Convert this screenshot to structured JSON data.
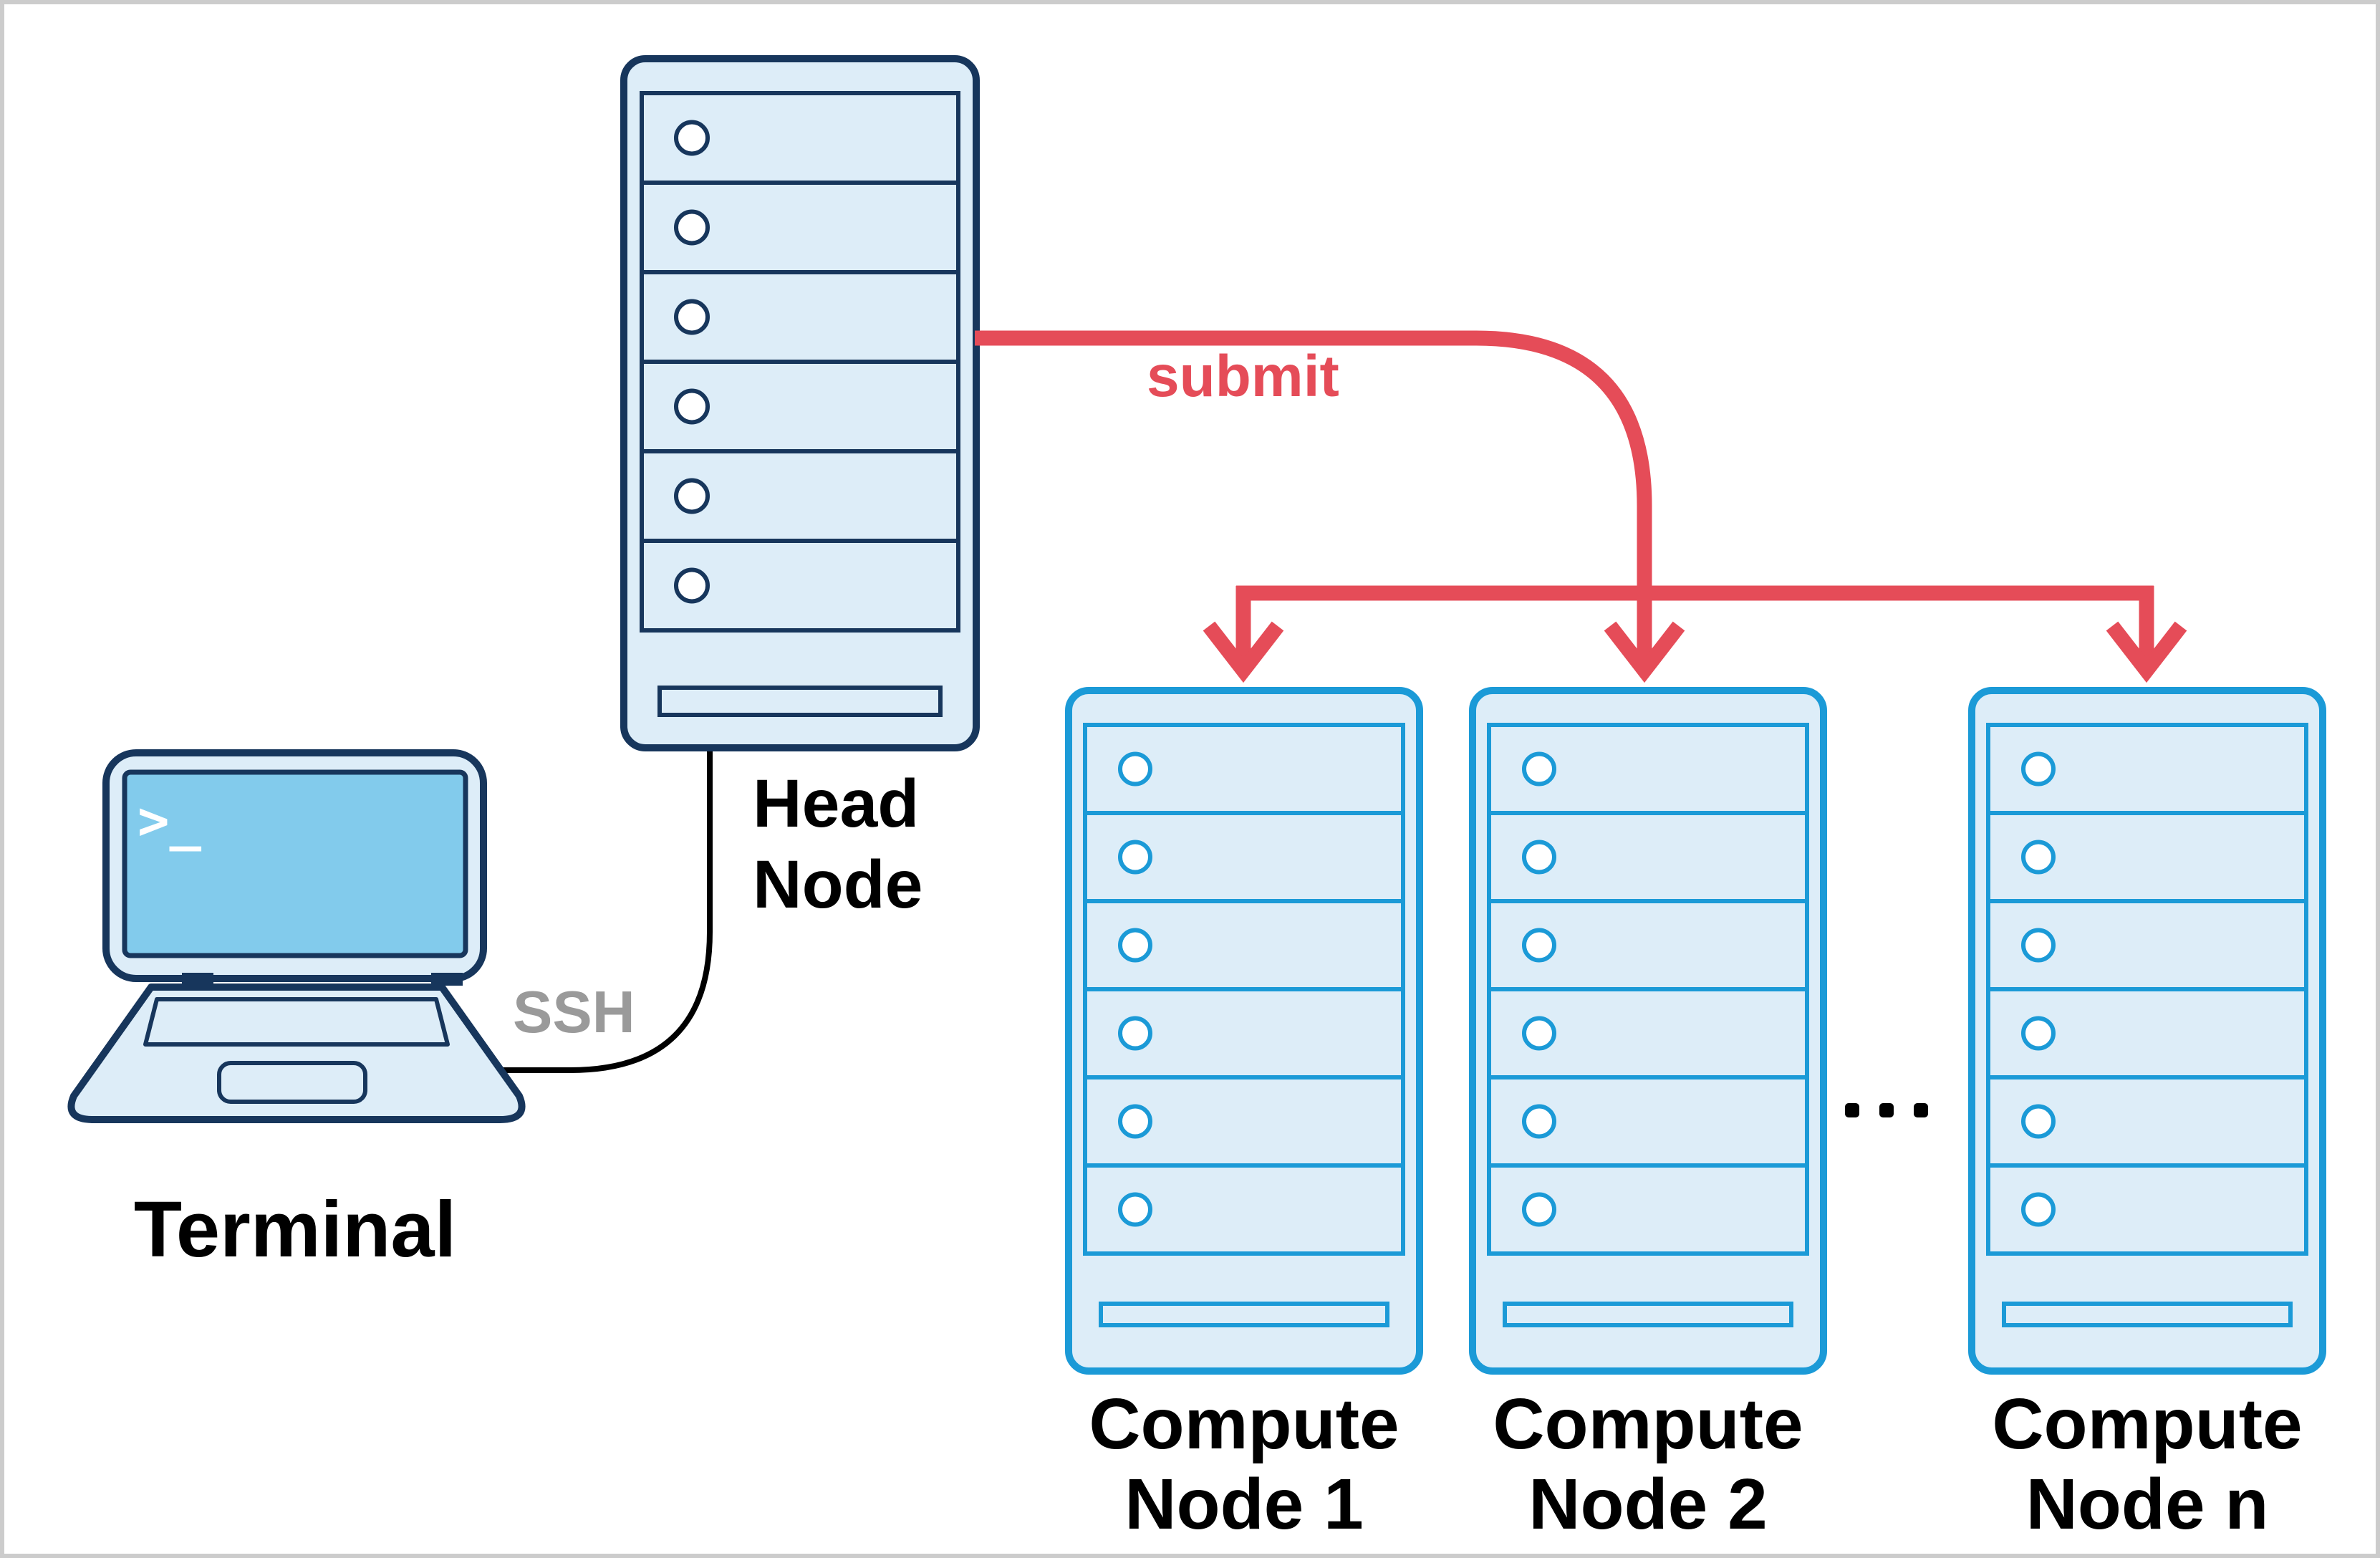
{
  "diagram": {
    "terminal": {
      "label": "Terminal",
      "prompt": ">_",
      "connection_label": "SSH"
    },
    "head_node": {
      "label_lines": [
        "Head",
        "Node"
      ],
      "bays": 6
    },
    "submit_label": "submit",
    "compute_nodes": [
      {
        "label_lines": [
          "Compute",
          "Node 1"
        ],
        "bays": 6
      },
      {
        "label_lines": [
          "Compute",
          "Node 2"
        ],
        "bays": 6
      },
      {
        "label_lines": [
          "Compute",
          "Node n"
        ],
        "bays": 6
      }
    ],
    "ellipsis": "...",
    "colors": {
      "navy": "#17365c",
      "panel_fill": "#ddedf8",
      "screen_blue": "#82cbec",
      "compute_blue": "#1b9ad7",
      "accent_red": "#e54c58",
      "ssh_gray": "#9a9a9a",
      "label_black": "#000000",
      "border_color": "#cccccc",
      "background": "#ffffff"
    }
  }
}
